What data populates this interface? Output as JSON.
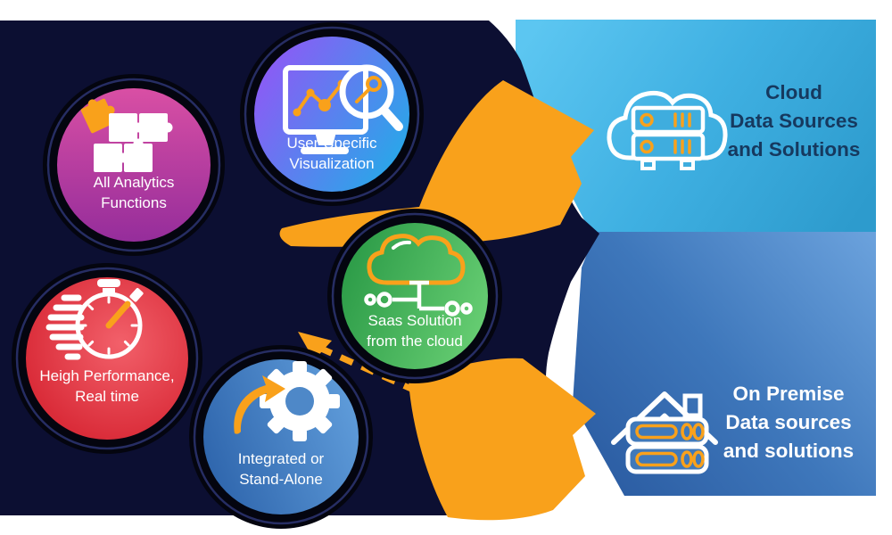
{
  "nodes": [
    {
      "id": "all-analytics",
      "label": "All Analytics\nFunctions",
      "icon": "puzzle-icon",
      "color_start": "#d94fa4",
      "color_end": "#952d9b"
    },
    {
      "id": "user-specific",
      "label": "User-Specific\nVisualization",
      "icon": "monitor-chart-icon",
      "color_start": "#8a5cf5",
      "color_end": "#2aa6e9"
    },
    {
      "id": "saas-solution",
      "label": "Saas Solution\nfrom the cloud",
      "icon": "cloud-circuit-icon",
      "color_start": "#2e9d49",
      "color_end": "#66cd72"
    },
    {
      "id": "performance",
      "label": "Heigh Performance,\nReal time",
      "icon": "stopwatch-icon",
      "color_start": "#f2606a",
      "color_end": "#da2c39"
    },
    {
      "id": "integration",
      "label": "Integrated or\nStand-Alone",
      "icon": "gear-arrow-icon",
      "color_start": "#2f66ad",
      "color_end": "#5f9cda"
    }
  ],
  "targets": [
    {
      "id": "cloud-band",
      "label": "Cloud\nData Sources\nand Solutions",
      "icon": "cloud-servers-icon",
      "text_color": "#16395f",
      "color_start": "#5cc6f1",
      "color_end": "#2d9bcd"
    },
    {
      "id": "onpremise-band",
      "label": "On Premise\nData sources\nand solutions",
      "icon": "house-servers-icon",
      "text_color": "#ffffff",
      "color_start": "#29599f",
      "color_end": "#6aa1dc"
    }
  ],
  "palette": {
    "background": "#ffffff",
    "navy_backdrop": "#0c0f32",
    "halo_black": "#04050f",
    "ring_navy": "#262d63",
    "arrow_orange": "#f9a11b",
    "icon_white": "#ffffff"
  }
}
